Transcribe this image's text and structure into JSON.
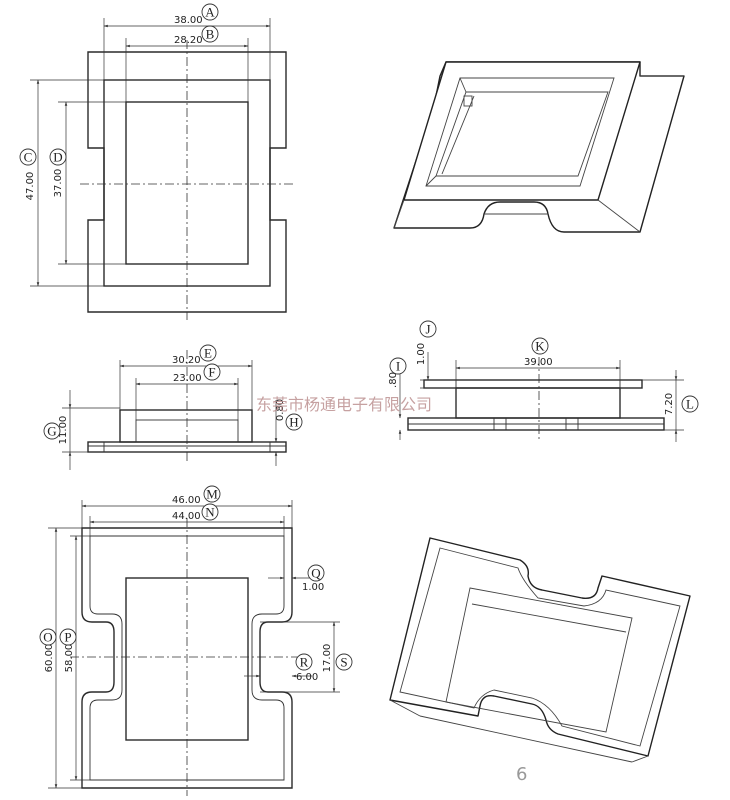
{
  "dimensions": {
    "A": "38.00",
    "B": "28.20",
    "C": "47.00",
    "D": "37.00",
    "E": "30.20",
    "F": "23.00",
    "G": "11.00",
    "H": "0.80",
    "I": ".80",
    "J": "1.00",
    "K": "39.00",
    "L": "7.20",
    "M": "46.00",
    "N": "44.00",
    "O": "60.00",
    "P": "58.00",
    "Q": "1.00",
    "R": "6.00",
    "S": "17.00"
  },
  "labels": [
    "A",
    "B",
    "C",
    "D",
    "E",
    "F",
    "G",
    "H",
    "I",
    "J",
    "K",
    "L",
    "M",
    "N",
    "O",
    "P",
    "Q",
    "R",
    "S"
  ],
  "watermark": "东莞市杨通电子有限公司",
  "page_number": "6"
}
